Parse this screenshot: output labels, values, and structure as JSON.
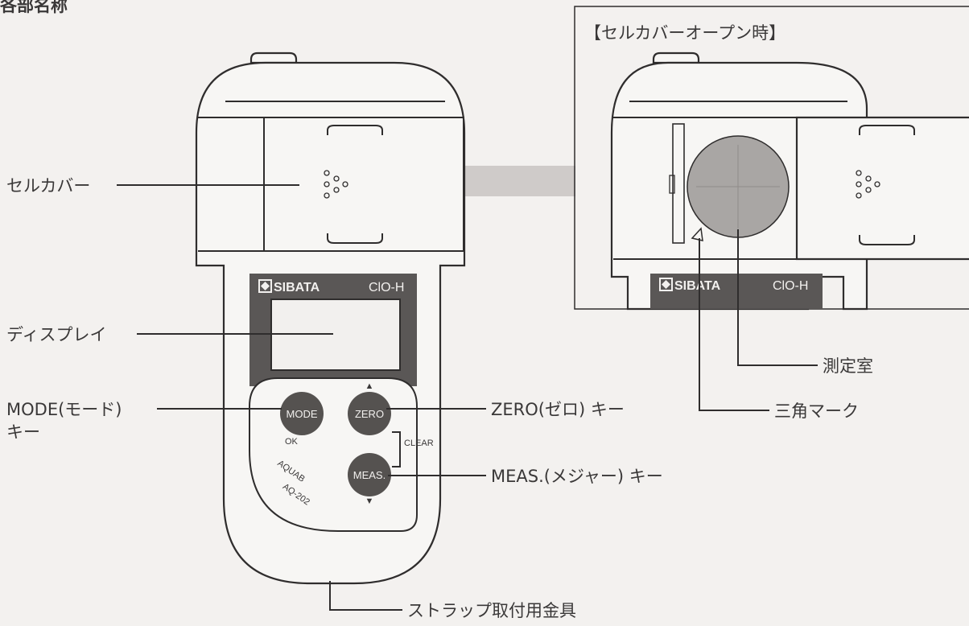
{
  "header": {
    "title_fragment": "各部名称"
  },
  "inset": {
    "title": "【セルカバーオープン時】"
  },
  "device": {
    "brand": "SIBATA",
    "model": "ClO-H",
    "product_logo": "AQUAB",
    "product_model": "AQ-202",
    "buttons": {
      "mode": "MODE",
      "zero": "ZERO",
      "meas": "MEAS."
    },
    "ok_label": "OK",
    "clear_label": "CLEAR",
    "up_arrow": "▲",
    "down_arrow": "▼"
  },
  "callouts": {
    "cell_cover": "セルカバー",
    "display": "ディスプレイ",
    "mode_key_line1": "MODE(モード)",
    "mode_key_line2": "キー",
    "zero_key": "ZERO(ゼロ) キー",
    "meas_key": "MEAS.(メジャー) キー",
    "strap": "ストラップ取付用金具",
    "measurement_chamber": "測定室",
    "triangle_mark": "三角マーク"
  },
  "colors": {
    "panel_dark": "#5a5756",
    "button": "#555250",
    "line": "#2f2d2d",
    "connector_band": "#cfcbc9",
    "background": "#f3f1ef"
  }
}
